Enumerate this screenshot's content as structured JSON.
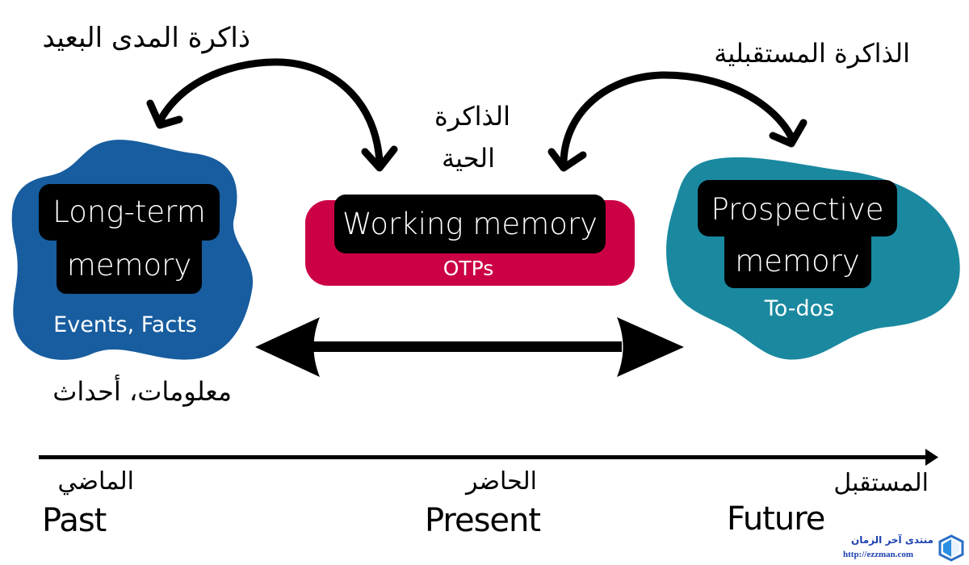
{
  "colors": {
    "long_term": "#175d9f",
    "working": "#cc0044",
    "prospective": "#1a89a0",
    "label_bg": "#000000",
    "arrow": "#000000",
    "watermark_text": "#1a3fb0"
  },
  "annotations": {
    "long_term_ar": "ذاكرة المدى البعيد",
    "prospective_ar": "الذاكرة المستقبلية",
    "working_ar_line1": "الذاكرة",
    "working_ar_line2": "الحية",
    "facts_events_ar": "معلومات، أحداث"
  },
  "nodes": {
    "long_term": {
      "title_line1": "Long-term",
      "title_line2": "memory",
      "subtitle": "Events, Facts"
    },
    "working": {
      "title": "Working memory",
      "subtitle": "OTPs"
    },
    "prospective": {
      "title_line1": "Prospective",
      "title_line2": "memory",
      "subtitle": "To-dos"
    }
  },
  "timeline": {
    "past_ar": "الماضي",
    "past_en": "Past",
    "present_ar": "الحاضر",
    "present_en": "Present",
    "future_ar": "المستقبل",
    "future_en": "Future"
  },
  "watermark": {
    "name_ar": "منتدى آخر الزمان",
    "url": "http://ezzman.com",
    "icon": "hexagon-logo-icon"
  }
}
